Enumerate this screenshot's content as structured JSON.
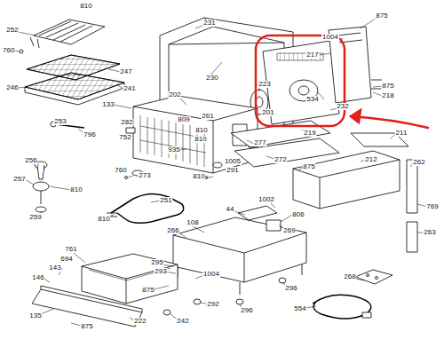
{
  "diagram": {
    "labels": [
      "810",
      "252",
      "760",
      "247",
      "246",
      "241",
      "133",
      "253",
      "796",
      "282",
      "752",
      "231",
      "230",
      "202",
      "223",
      "261",
      "809",
      "810",
      "810",
      "201",
      "534",
      "1004",
      "875",
      "217",
      "875",
      "218",
      "232",
      "219",
      "211",
      "277",
      "935",
      "1005",
      "291",
      "272",
      "875",
      "212",
      "262",
      "256",
      "257",
      "810",
      "259",
      "760",
      "273",
      "810",
      "251",
      "810",
      "44",
      "1002",
      "806",
      "769",
      "263",
      "108",
      "266",
      "269",
      "761",
      "694",
      "143",
      "146",
      "295",
      "293",
      "1004",
      "875",
      "296",
      "296",
      "268",
      "292",
      "242",
      "222",
      "135",
      "875",
      "554"
    ]
  }
}
